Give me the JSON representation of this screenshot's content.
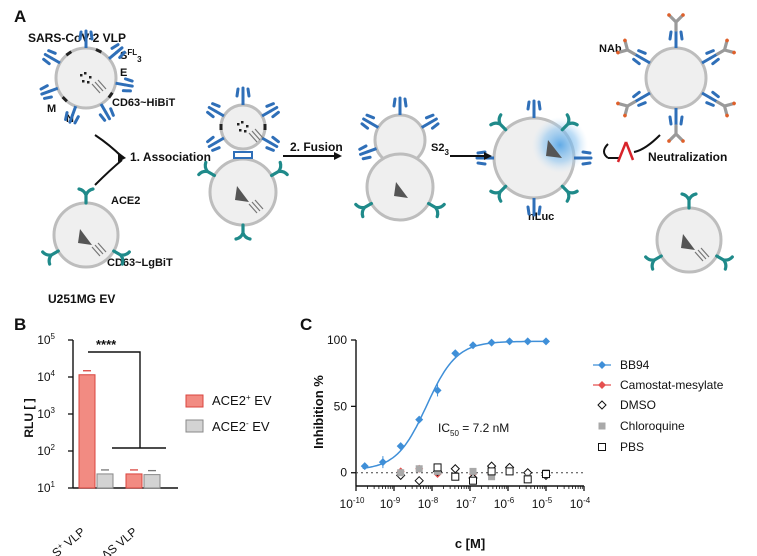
{
  "colors": {
    "spike": "#2f6fb8",
    "ace2": "#1f8a8a",
    "membrane": "#bdbdbd",
    "fill": "#efefef",
    "inhibitor": "#d8232a",
    "nluc_glow": "#5aa7e6",
    "bb94": "#3f8fd8",
    "camostat": "#e5514f",
    "ace2_pos_bar": "#f28b82",
    "ace2_neg_bar": "#d3d3d3"
  },
  "panel_a": {
    "label": "A",
    "vlp_title": "SARS-CoV-2 VLP",
    "sfl3": "S",
    "sfl3_sup": "FL",
    "sfl3_sub": "3",
    "e_label": "E",
    "m_label": "M",
    "n_label": "N",
    "cd63_hibit": "CD63~HiBiT",
    "association": "1. Association",
    "fusion": "2. Fusion",
    "s2_label": "S2",
    "s2_sub": "3",
    "ace2_label": "ACE2",
    "cd63_lgbit": "CD63~LgBiT",
    "ev_title": "U251MG EV",
    "nluc": "nLuc",
    "nab": "NAb",
    "neutralization": "Neutralization"
  },
  "panel_b": {
    "label": "B",
    "ylabel": "RLU [ ]",
    "significance": "****",
    "legend": [
      "ACE2",
      "ACE2"
    ],
    "legend_sup": [
      "+",
      "-"
    ],
    "legend_suffix": " EV",
    "xcats": [
      "S",
      "ΔS VLP"
    ],
    "xcat_sup": "+",
    "xcat_suffix": " VLP",
    "yticks": [
      "10",
      "10",
      "10",
      "10",
      "10"
    ],
    "ytick_exp": [
      "1",
      "2",
      "3",
      "4",
      "5"
    ]
  },
  "panel_c": {
    "label": "C",
    "ylabel": "Inhibition %",
    "xlabel": "c [M]",
    "ic50_text": "IC",
    "ic50_sub": "50",
    "ic50_value": " = 7.2 nM",
    "legend": [
      "BB94",
      "Camostat-mesylate",
      "DMSO",
      "Chloroquine",
      "PBS"
    ]
  },
  "chart_data": [
    {
      "type": "bar",
      "title": "",
      "ylabel": "RLU [ ]",
      "yscale": "log",
      "ylim": [
        10,
        100000
      ],
      "categories": [
        "S+ VLP",
        "ΔS VLP"
      ],
      "series": [
        {
          "name": "ACE2+ EV",
          "values": [
            11500,
            24
          ]
        },
        {
          "name": "ACE2- EV",
          "values": [
            24,
            23
          ]
        }
      ],
      "annotation": "****",
      "legend_position": "right"
    },
    {
      "type": "scatter",
      "title": "",
      "xlabel": "c [M]",
      "ylabel": "Inhibition %",
      "xscale": "log",
      "xlim": [
        1e-10,
        0.0001
      ],
      "ylim": [
        -10,
        100
      ],
      "yticks": [
        0,
        50,
        100
      ],
      "legend_position": "right",
      "series": [
        {
          "name": "BB94",
          "x": [
            1.7e-10,
            5.1e-10,
            1.5e-09,
            4.6e-09,
            1.4e-08,
            4.1e-08,
            1.2e-07,
            3.7e-07,
            1.1e-06,
            3.3e-06,
            1e-05
          ],
          "y": [
            5,
            8,
            20,
            40,
            62,
            90,
            96,
            98,
            99,
            99,
            99
          ],
          "fit": "sigmoid",
          "ic50": "7.2 nM"
        },
        {
          "name": "Camostat-mesylate",
          "x": [
            1.5e-09,
            4.6e-09,
            1.4e-08,
            4.1e-08,
            1.2e-07,
            3.7e-07,
            1.1e-06,
            3.3e-06,
            1e-05
          ],
          "y": [
            1,
            3,
            -1,
            3,
            -1,
            0,
            2,
            0,
            -1
          ]
        },
        {
          "name": "DMSO",
          "x": [
            1.5e-09,
            4.6e-09,
            1.4e-08,
            4.1e-08,
            1.2e-07,
            3.7e-07,
            1.1e-06,
            3.3e-06,
            1e-05
          ],
          "y": [
            -2,
            -6,
            1,
            3,
            -4,
            5,
            4,
            0,
            -2
          ]
        },
        {
          "name": "Chloroquine",
          "x": [
            1.5e-09,
            4.6e-09,
            1.4e-08,
            4.1e-08,
            1.2e-07,
            3.7e-07,
            1.1e-06,
            3.3e-06,
            1e-05
          ],
          "y": [
            0,
            3,
            1,
            -3,
            1,
            -3,
            1,
            -4,
            0
          ]
        },
        {
          "name": "PBS",
          "x": [
            1.4e-08,
            4.1e-08,
            1.2e-07,
            3.7e-07,
            1.1e-06,
            3.3e-06,
            1e-05
          ],
          "y": [
            4,
            -3,
            -6,
            1,
            1,
            -5,
            -1
          ]
        }
      ]
    }
  ]
}
